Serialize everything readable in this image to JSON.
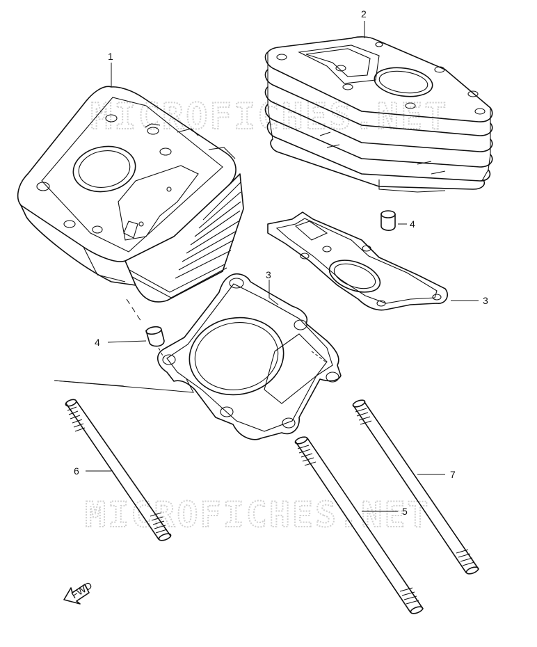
{
  "watermark": {
    "text": "MICROFICHES.NET"
  },
  "fwd_label": "FWD",
  "callouts": [
    {
      "id": "cyl-head-1",
      "label": "1"
    },
    {
      "id": "cylinder-2",
      "label": "2"
    },
    {
      "id": "gasket-3-left",
      "label": "3"
    },
    {
      "id": "gasket-3-right",
      "label": "3"
    },
    {
      "id": "pin-4-left",
      "label": "4"
    },
    {
      "id": "pin-4-right",
      "label": "4"
    },
    {
      "id": "stud-5",
      "label": "5"
    },
    {
      "id": "stud-6",
      "label": "6"
    },
    {
      "id": "stud-7",
      "label": "7"
    }
  ],
  "colors": {
    "line": "#111111",
    "watermark": "#cfcfcf",
    "background": "#ffffff"
  }
}
